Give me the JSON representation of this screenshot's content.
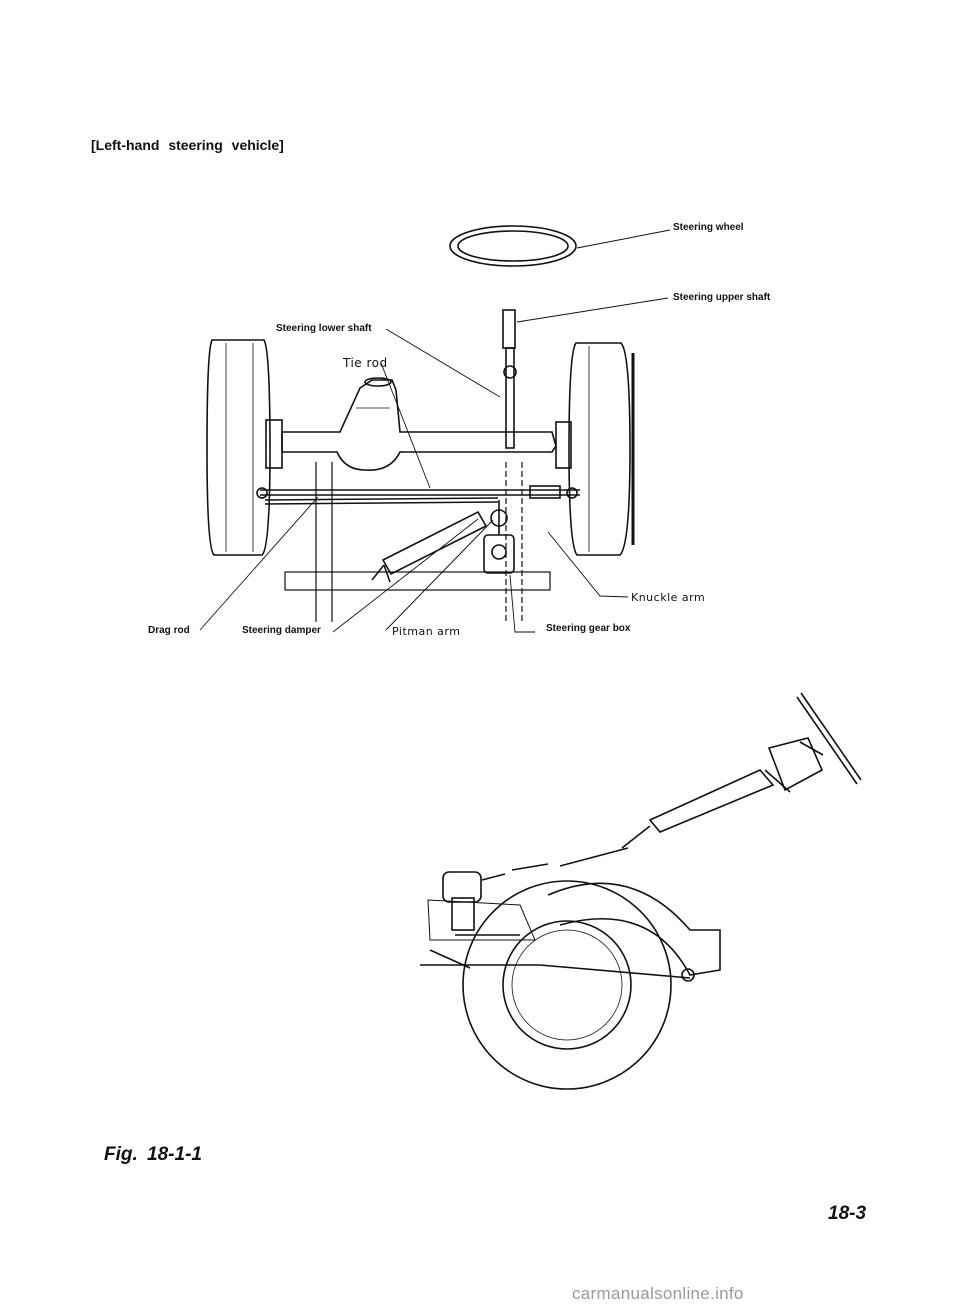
{
  "heading": "[Left-hand steering vehicle]",
  "labels": {
    "steering_wheel": "Steering wheel",
    "upper_shaft_prefix": "Steering",
    "upper_shaft_suffix": "upper shaft",
    "lower_shaft": "Steering lower shaft",
    "tie_rod": "Tie rod",
    "knuckle_arm": "Knuckle arm",
    "drag_rod_prefix": "Drag",
    "drag_rod_suffix": "rod",
    "steering_damper": "Steering damper",
    "pitman_arm": "Pitman arm",
    "gear_box_prefix": "Steering",
    "gear_box_mid": "gear",
    "gear_box_suffix": "box"
  },
  "figure_caption": "Fig. 18-1-1",
  "page_number": "18-3",
  "watermark": "carmanualsonline.info"
}
